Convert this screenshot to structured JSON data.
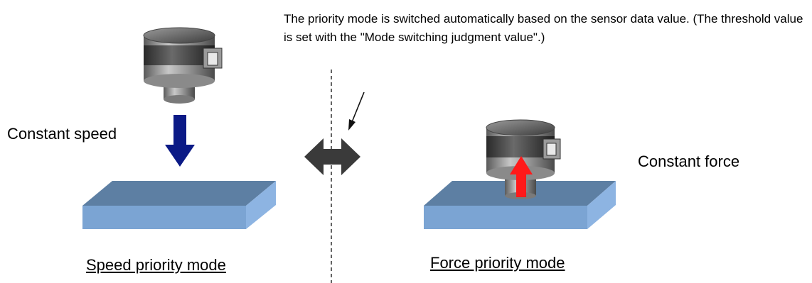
{
  "note": "The priority mode is switched automatically based on the sensor data value. (The threshold value is set with the \"Mode switching judgment value\".)",
  "left": {
    "action_label": "Constant speed",
    "mode_label": "Speed priority mode"
  },
  "right": {
    "action_label": "Constant force",
    "mode_label": "Force priority mode"
  },
  "colors": {
    "speed_arrow": "#0b1a86",
    "force_arrow": "#ff1a1a",
    "switch_arrow": "#3a3a3a",
    "workpiece_top": "#5d7fa3",
    "workpiece_front": "#7ba4d3",
    "workpiece_side": "#8db4e2",
    "sensor_body": "#707070"
  }
}
